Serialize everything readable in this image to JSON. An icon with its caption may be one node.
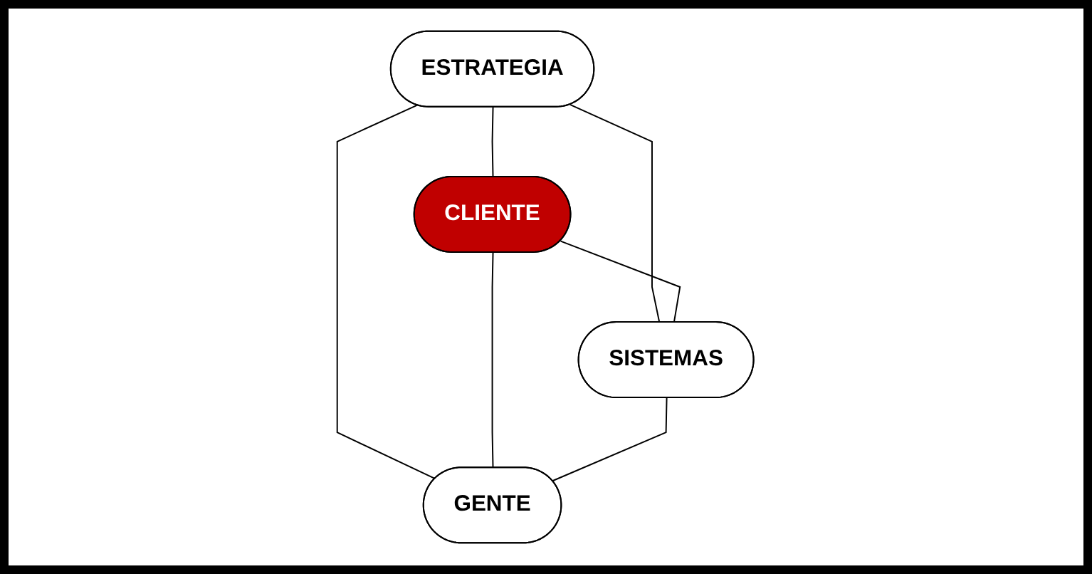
{
  "diagram": {
    "nodes": [
      {
        "text": [
          "ESTRATEGIA"
        ]
      },
      {
        "text": [
          "CLIENTE"
        ]
      },
      {
        "text": [
          "SISTEMAS"
        ]
      },
      {
        "text": [
          "GENTE"
        ]
      }
    ],
    "edges": [
      {
        "from": 0,
        "to": 1,
        "arrow": "none"
      },
      {
        "from": 0,
        "to": 2,
        "arrow": "none"
      },
      {
        "from": 0,
        "to": 3,
        "arrow": "none"
      },
      {
        "from": 1,
        "to": 2,
        "arrow": "none"
      },
      {
        "from": 1,
        "to": 3,
        "arrow": "none"
      },
      {
        "from": 2,
        "to": 3,
        "arrow": "none"
      }
    ]
  }
}
